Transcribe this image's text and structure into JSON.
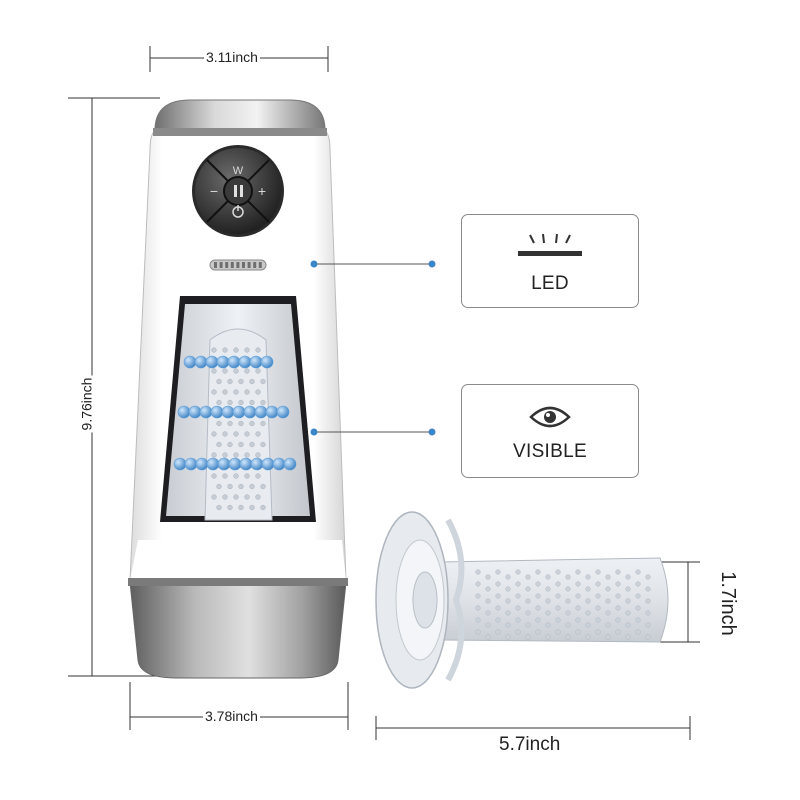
{
  "dimensions": {
    "top_width": "3.11inch",
    "height": "9.76inch",
    "bottom_width": "3.78inch",
    "sleeve_diameter": "1.7inch",
    "sleeve_length": "5.7inch"
  },
  "features": [
    {
      "label": "LED",
      "icon": "led-light-icon"
    },
    {
      "label": "VISIBLE",
      "icon": "eye-icon"
    }
  ],
  "colors": {
    "bead_blue": "#5b9ed8",
    "pointer_dot": "#3a86c8",
    "metal": "#9a9a9a"
  }
}
